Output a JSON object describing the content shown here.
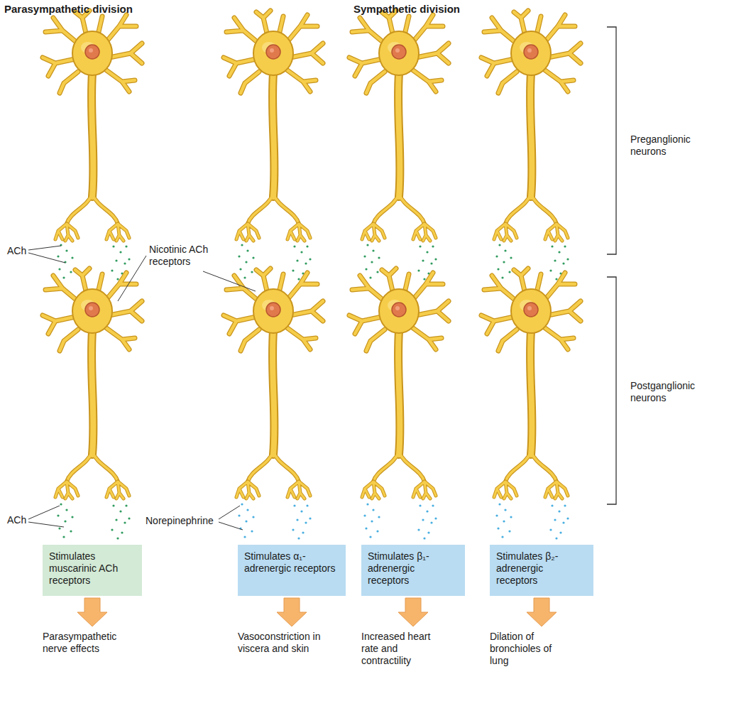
{
  "diagram": {
    "nodes": [
      {
        "text": [
          "Stimulates muscarinic ACh receptors"
        ]
      },
      {
        "text": [
          "Stimulates α₁-adrenergic receptors"
        ]
      },
      {
        "text": [
          "Stimulates β₁-adrenergic receptors"
        ]
      },
      {
        "text": [
          "Stimulates β₂-adrenergic receptors"
        ]
      }
    ],
    "labels": [
      "Parasympathetic division",
      "Sympathetic division",
      "Preganglionic neurons",
      "Nicotinic ACh receptors",
      "ACh",
      "Postganglionic neurons",
      "ACh",
      "Norepinephrine",
      "Parasympathetic nerve effects",
      "Vasoconstriction in viscera and skin",
      "Increased heart rate and contractility",
      "Dilation of bronchioles of lung"
    ]
  }
}
